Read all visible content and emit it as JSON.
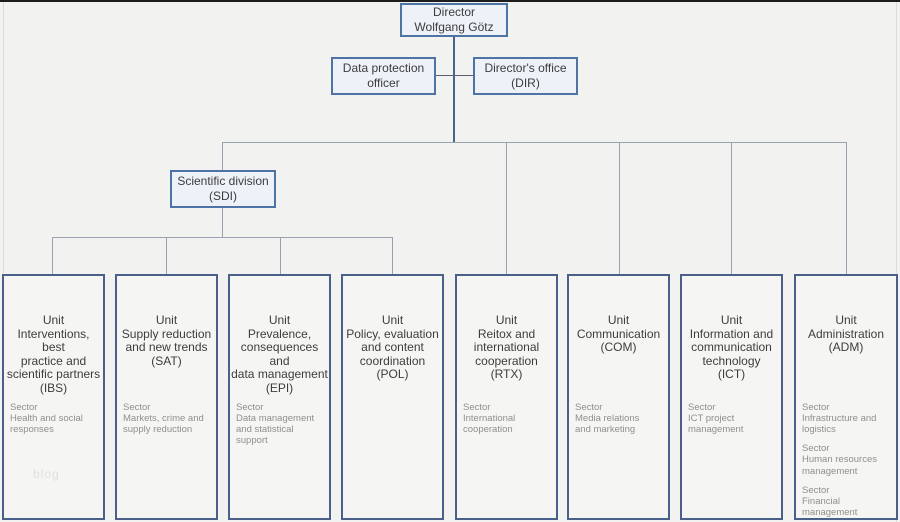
{
  "nodes": {
    "director": {
      "label": "Director\nWolfgang Götz"
    },
    "data_protection_officer": {
      "label": "Data protection\nofficer"
    },
    "directors_office": {
      "label": "Director's office\n(DIR)"
    },
    "scientific_division": {
      "label": "Scientific division\n(SDI)"
    }
  },
  "units": [
    {
      "code": "IBS",
      "title": "Unit\nInterventions, best\npractice and\nscientific partners\n(IBS)",
      "sectors": [
        "Sector\nHealth and social\nresponses"
      ]
    },
    {
      "code": "SAT",
      "title": "Unit\nSupply reduction\nand new trends\n(SAT)",
      "sectors": [
        "Sector\nMarkets, crime and\nsupply reduction"
      ]
    },
    {
      "code": "EPI",
      "title": "Unit\nPrevalence,\nconsequences and\ndata management\n(EPI)",
      "sectors": [
        "Sector\nData management\nand statistical support"
      ]
    },
    {
      "code": "POL",
      "title": "Unit\nPolicy, evaluation\nand content\ncoordination\n(POL)",
      "sectors": []
    },
    {
      "code": "RTX",
      "title": "Unit\nReitox and\ninternational\ncooperation\n(RTX)",
      "sectors": [
        "Sector\nInternational\ncooperation"
      ]
    },
    {
      "code": "COM",
      "title": "Unit\nCommunication\n(COM)",
      "sectors": [
        "Sector\nMedia relations\nand marketing"
      ]
    },
    {
      "code": "ICT",
      "title": "Unit\nInformation and\ncommunication\ntechnology\n(ICT)",
      "sectors": [
        "Sector\nICT project\nmanagement"
      ]
    },
    {
      "code": "ADM",
      "title": "Unit\nAdministration\n(ADM)",
      "sectors": [
        "Sector\nInfrastructure and\nlogistics",
        "Sector\nHuman resources\nmanagement",
        "Sector\nFinancial\nmanagement"
      ]
    }
  ],
  "watermark": "blog",
  "colors": {
    "background": "#f2f2f0",
    "node_border": "#4d74a5",
    "node_fill": "#edf1f8",
    "unit_border": "#4a608a",
    "unit_fill": "#f5f5f3",
    "connector": "#9aa2b2",
    "connector_dark": "#47628e",
    "title_text": "#3d3d3d",
    "sector_text": "#8f8f8f",
    "page_top_border": "#1c1c1c"
  }
}
